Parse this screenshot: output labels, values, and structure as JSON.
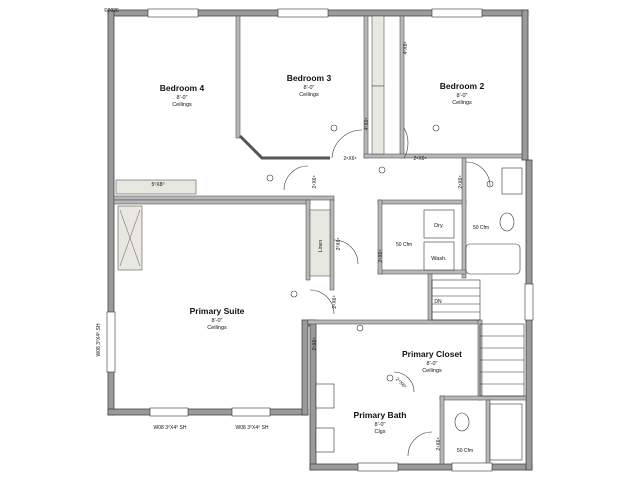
{
  "copyright": "©2026",
  "rooms": {
    "bedroom4": {
      "name": "Bedroom 4",
      "height": "8'-0\"",
      "note": "Ceilings"
    },
    "bedroom3": {
      "name": "Bedroom 3",
      "height": "8'-0\"",
      "note": "Ceilings"
    },
    "bedroom2": {
      "name": "Bedroom 2",
      "height": "8'-0\"",
      "note": "Ceilings"
    },
    "primary_suite": {
      "name": "Primary Suite",
      "height": "8'-0\"",
      "note": "Ceilings"
    },
    "primary_closet": {
      "name": "Primary Closet",
      "height": "8'-0\"",
      "note": "Ceilings"
    },
    "primary_bath": {
      "name": "Primary Bath",
      "height": "8'-0\"",
      "note": "Clgs"
    }
  },
  "fixtures": {
    "dryer": "Dry.",
    "washer": "Wash.",
    "fan_hall": "50 Cfm",
    "fan_bath": "50 Cfm",
    "fan_primary_bath": "50 Cfm",
    "linen": "Linen",
    "stair_down": "DN"
  },
  "doors": {
    "b4_closet": "5⁰X8⁰",
    "b3_door": "2⁸X6⁸",
    "b2_door": "2⁸X6⁸",
    "b3_closet": "4⁰X6⁸",
    "b2_closet": "4⁰X6⁸",
    "hall_door": "2⁸X6⁸",
    "bath_door": "2⁸X6⁸",
    "linen_door": "2⁰X6⁸",
    "laundry_door": "2⁸X6⁸",
    "suite_door": "2⁸X6⁸",
    "closet_door": "2⁴X6⁸",
    "pbath_door": "2⁴X6⁸"
  },
  "windows": {
    "w1": "W08 3⁰X4⁰ SH",
    "w2": "W08 3⁰X4⁰ SH",
    "side": "W08 3⁰X4⁰ SH"
  },
  "colors": {
    "wall": "#9a9a9a",
    "wall_edge": "#444444",
    "closet_fill": "#e8e8e0"
  }
}
